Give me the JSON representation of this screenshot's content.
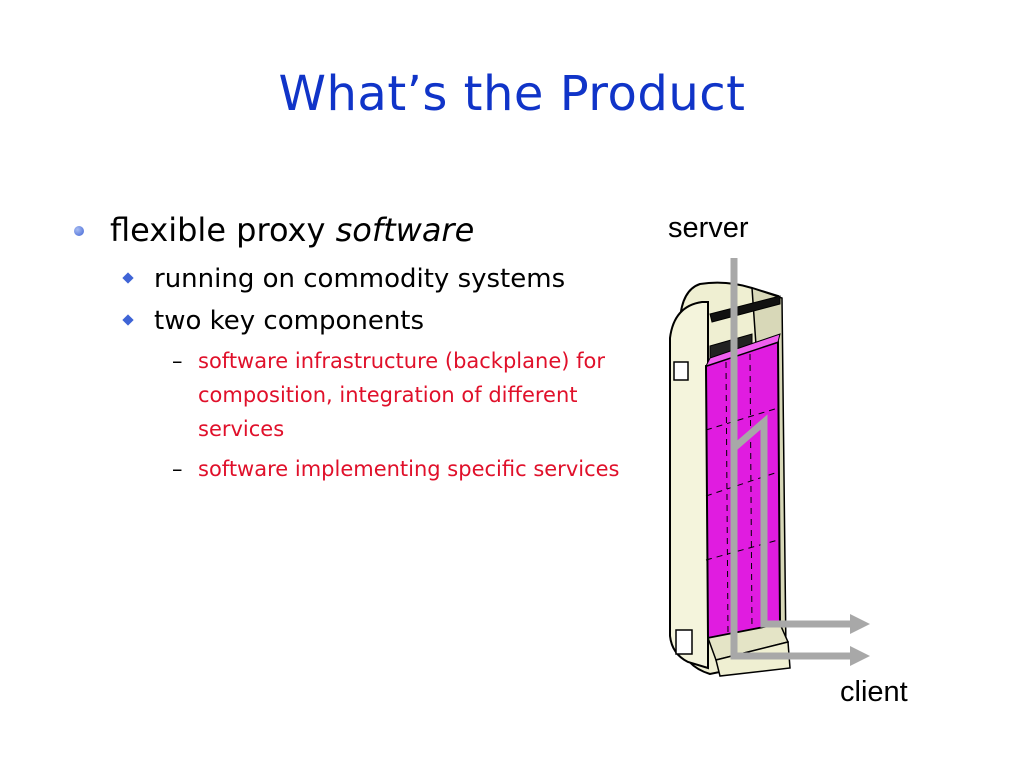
{
  "slide": {
    "title": "What’s the Product",
    "bullets": {
      "main_text": "flexible proxy ",
      "main_emphasis": "software",
      "sub1": "running on commodity systems",
      "sub2": "two key components",
      "dash_glyph": "–",
      "subsub1": "software infrastructure (backplane) for composition, integration of different services",
      "subsub2": "software implementing specific services"
    },
    "illustration": {
      "server_label": "server",
      "client_label": "client",
      "icon": "server-tower-icon",
      "colors": {
        "panel": "#e01ce0",
        "case": "#efefd2",
        "path": "#a8a8a8"
      }
    }
  }
}
